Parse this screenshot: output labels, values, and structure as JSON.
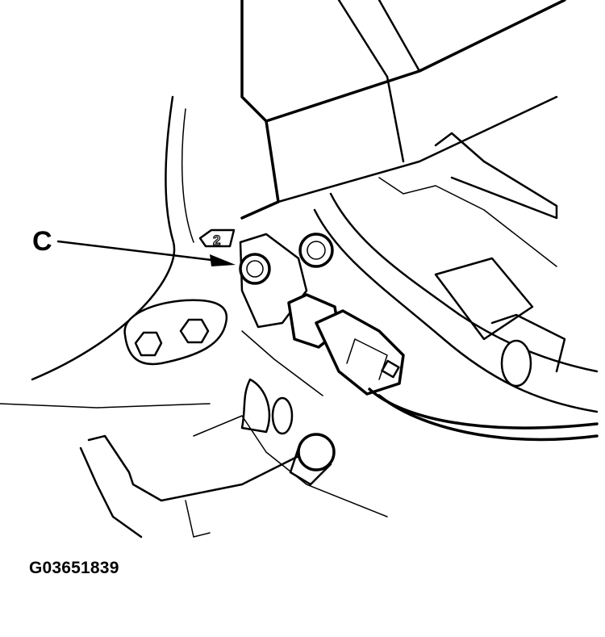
{
  "diagram": {
    "type": "technical-line-drawing",
    "subject": "sensor with electrical connector mounted on engine component",
    "callouts": [
      {
        "label": "C",
        "points_to": "bolt / sensor mount"
      }
    ],
    "embossed_marking": "2",
    "figure_id": "G03651839"
  },
  "colors": {
    "line": "#000000",
    "background": "#ffffff"
  }
}
